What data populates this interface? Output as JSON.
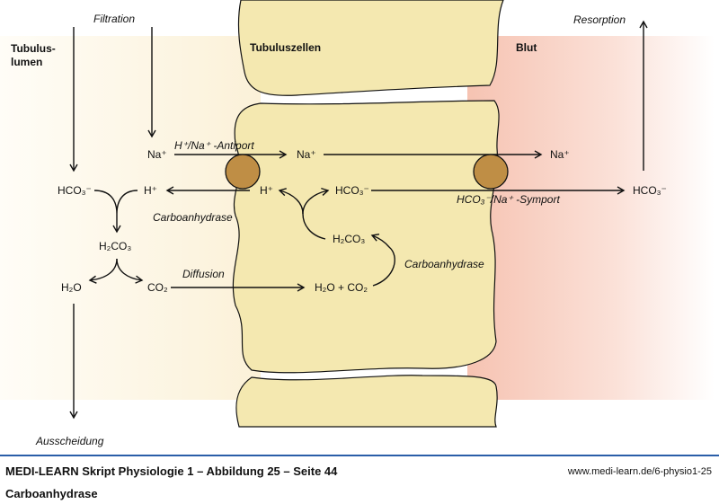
{
  "regions": {
    "lumen_line1": "Tubulus-",
    "lumen_line2": "lumen",
    "cells": "Tubuluszellen",
    "blood": "Blut"
  },
  "processes": {
    "filtration": "Filtration",
    "resorption": "Resorption",
    "excretion": "Ausscheidung",
    "diffusion": "Diffusion"
  },
  "transporters": {
    "antiport": "H⁺/Na⁺ -Antiport",
    "symport": "HCO₃⁻/Na⁺ -Symport"
  },
  "enzymes": {
    "lumen": "Carboanhydrase",
    "cell": "Carboanhydrase"
  },
  "species": {
    "na_lumen": "Na⁺",
    "na_cell": "Na⁺",
    "na_blood": "Na⁺",
    "hco3_lumen": "HCO₃⁻",
    "h_lumen": "H⁺",
    "h_cell": "H⁺",
    "hco3_cell": "HCO₃⁻",
    "hco3_blood": "HCO₃⁻",
    "h2co3_lumen": "H₂CO₃",
    "h2co3_cell": "H₂CO₃",
    "h2o_lumen": "H₂O",
    "co2_lumen": "CO₂",
    "h2o_co2_cell": "H₂O + CO₂"
  },
  "colors": {
    "cell_fill": "#f4e8b0",
    "lumen_bg": "#fcf5e2",
    "blood_bg": "#f6c6b6",
    "transporter": "#bf8e45",
    "footer_rule": "#2a5ea8"
  },
  "footer": {
    "title": "MEDI-LEARN Skript Physiologie 1 – Abbildung 25 – Seite 44",
    "url": "www.medi-learn.de/6-physio1-25",
    "caption": "Carboanhydrase"
  }
}
